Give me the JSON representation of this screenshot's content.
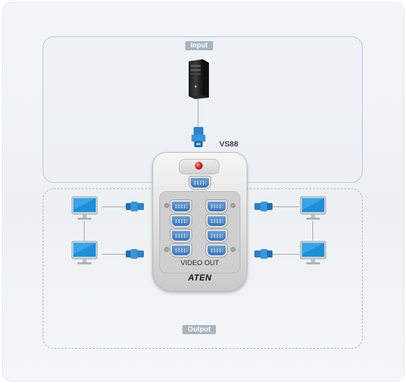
{
  "diagram": {
    "input_label": "Input",
    "output_label": "Output",
    "model": "VS88",
    "switch": {
      "panel_label": "VIDEO OUT",
      "brand": "ATEN",
      "output_port_count": 8,
      "input_port_count": 1
    },
    "devices": {
      "source": "computer-tower",
      "displays": [
        "monitor",
        "monitor",
        "monitor",
        "monitor"
      ]
    },
    "colors": {
      "zone_border": "#b6c8d6",
      "label_bg": "#a7b5c0",
      "port_blue": "#3b73b8",
      "connector_blue": "#2d82c6",
      "led_red": "#c81d1d"
    }
  }
}
